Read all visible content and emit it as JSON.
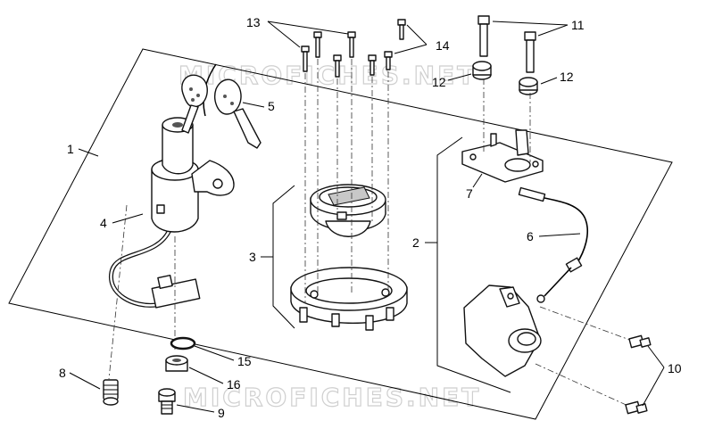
{
  "watermark": "MICROFICHES.NET",
  "callouts": [
    {
      "id": "1",
      "label": "1"
    },
    {
      "id": "2",
      "label": "2"
    },
    {
      "id": "3",
      "label": "3"
    },
    {
      "id": "4",
      "label": "4"
    },
    {
      "id": "5",
      "label": "5"
    },
    {
      "id": "6",
      "label": "6"
    },
    {
      "id": "7",
      "label": "7"
    },
    {
      "id": "8",
      "label": "8"
    },
    {
      "id": "9",
      "label": "9"
    },
    {
      "id": "10",
      "label": "10"
    },
    {
      "id": "11",
      "label": "11"
    },
    {
      "id": "12a",
      "label": "12"
    },
    {
      "id": "12b",
      "label": "12"
    },
    {
      "id": "13",
      "label": "13"
    },
    {
      "id": "14",
      "label": "14"
    },
    {
      "id": "15",
      "label": "15"
    },
    {
      "id": "16",
      "label": "16"
    }
  ]
}
